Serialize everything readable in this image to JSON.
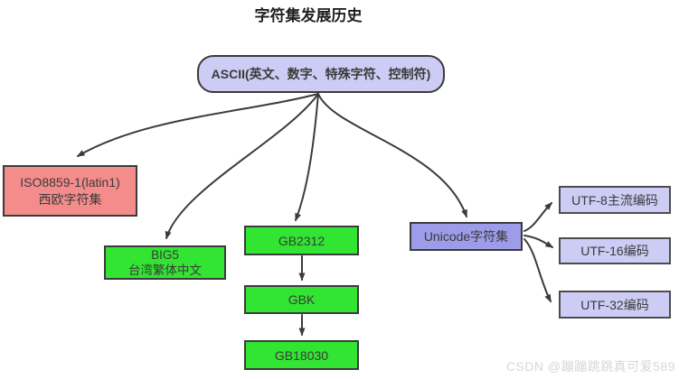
{
  "title": "字符集发展历史",
  "watermark": "CSDN @蹦蹦跳跳真可爱589",
  "nodes": {
    "ascii": {
      "label": "ASCII(英文、数字、特殊字符、控制符)"
    },
    "iso": {
      "line1": "ISO8859-1(latin1)",
      "line2": "西欧字符集"
    },
    "big5": {
      "line1": "BIG5",
      "line2": "台湾繁体中文"
    },
    "gb2312": {
      "label": "GB2312"
    },
    "gbk": {
      "label": "GBK"
    },
    "gb18030": {
      "label": "GB18030"
    },
    "unicode": {
      "label": "Unicode字符集"
    },
    "utf8": {
      "label": "UTF-8主流编码"
    },
    "utf16": {
      "label": "UTF-16编码"
    },
    "utf32": {
      "label": "UTF-32编码"
    }
  },
  "colors": {
    "lavender": "#ccccf5",
    "unicode_purple": "#9c9ce8",
    "green": "#32e532",
    "pink": "#f48c8c",
    "border": "#3b3b3b",
    "arrow": "#3b3b3b",
    "text": "#3a3a3a",
    "title_text": "#1f1f1f",
    "watermark": "#d7d7d7"
  }
}
